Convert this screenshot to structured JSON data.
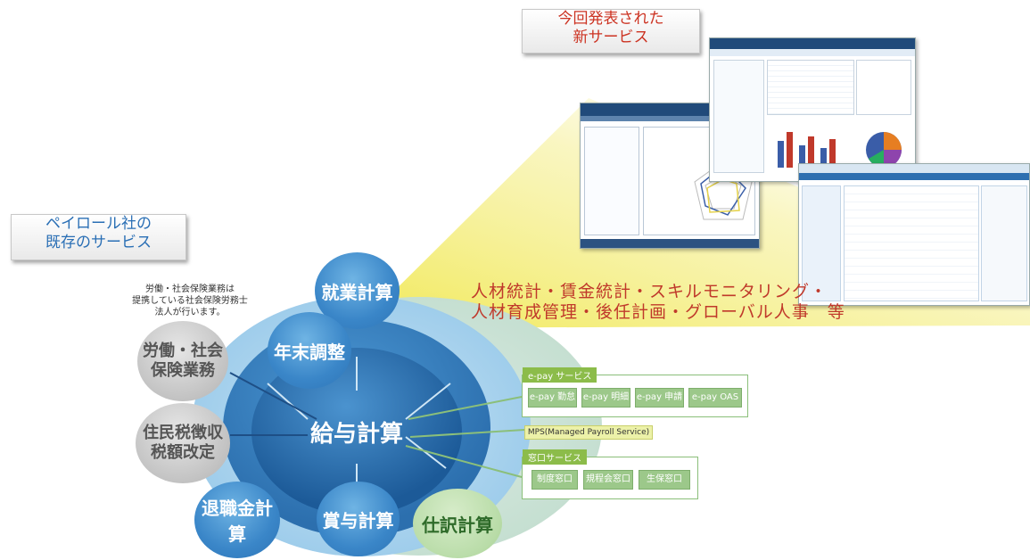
{
  "labels": {
    "new_service": [
      "今回発表された",
      "新サービス"
    ],
    "existing_service": [
      "ペイロール社の",
      "既存のサービス"
    ]
  },
  "note": [
    "労働・社会保険業務は",
    "提携している社会保険労務士",
    "法人が行います。"
  ],
  "highlight": {
    "line1": "人材統計・賃金統計・スキルモニタリング・",
    "line2": "人材育成管理・後任計画・グローバル人事　等"
  },
  "center_node": "給与計算",
  "blue_nodes": {
    "shugyo": "就業計算",
    "nenmatsu": "年末調整",
    "shoyo": "賞与計算",
    "taishoku": "退職金計算"
  },
  "green_node": "仕訳計算",
  "gray_nodes": {
    "roudou": [
      "労働・社会",
      "保険業務"
    ],
    "juminzei": [
      "住民税徴収",
      "税額改定"
    ]
  },
  "epay": {
    "title": "e-pay サービス",
    "buttons": [
      "e-pay 勤怠",
      "e-pay 明細",
      "e-pay 申請",
      "e-pay OAS"
    ]
  },
  "mps": "MPS(Managed Payroll Service)",
  "window": {
    "title": "窓口サービス",
    "buttons": [
      "制度窓口",
      "規程会窓口",
      "生保窓口"
    ]
  },
  "colors": {
    "blue_outer": "#a9d4ef",
    "blue_ring": "#3b86c6",
    "blue_core": "#1f5f9e",
    "green_outer": "#cfe5d9",
    "yellow_beam": "#f3ec6a",
    "highlight_text": "#c0392b"
  }
}
